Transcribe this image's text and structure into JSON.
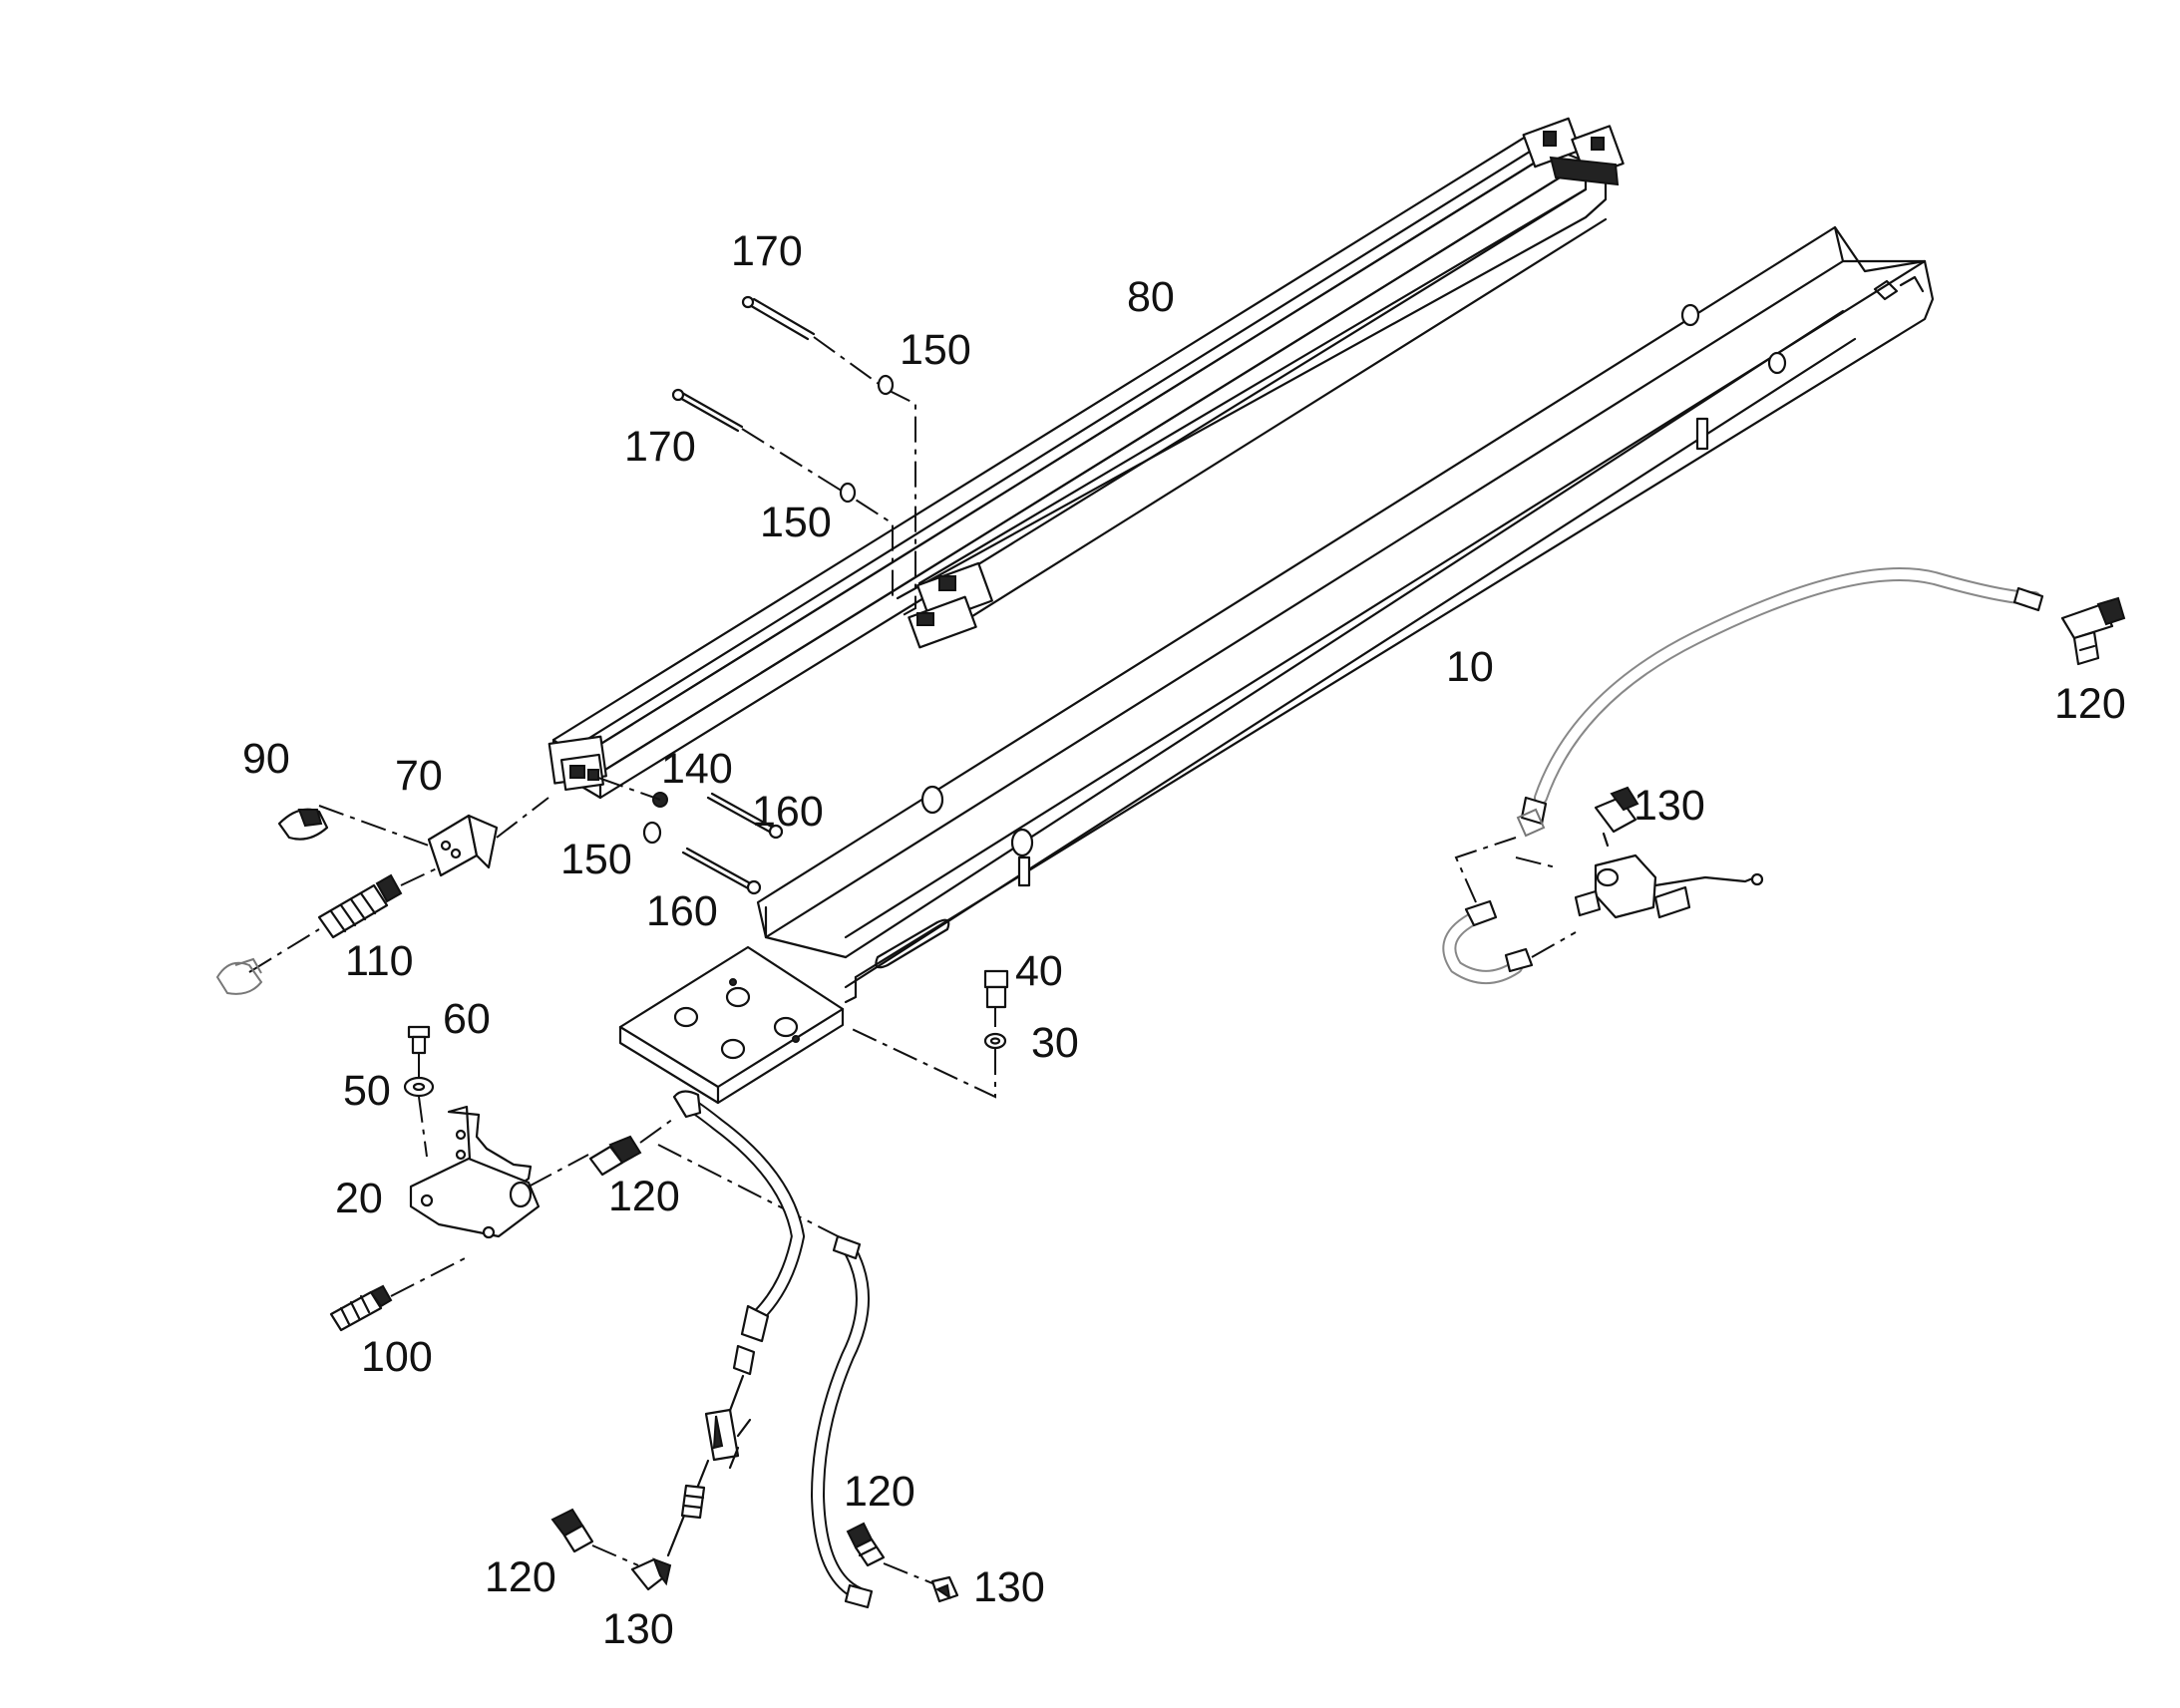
{
  "callouts": {
    "c10": "10",
    "c20": "20",
    "c30": "30",
    "c40": "40",
    "c50": "50",
    "c60": "60",
    "c70": "70",
    "c80": "80",
    "c90": "90",
    "c100": "100",
    "c110": "110",
    "c120_right": "120",
    "c120_mid": "120",
    "c120_bottom_left": "120",
    "c120_bottom_center": "120",
    "c130_right": "130",
    "c130_bottom_left": "130",
    "c130_bottom_center": "130",
    "c140": "140",
    "c150_top": "150",
    "c150_mid": "150",
    "c150_low": "150",
    "c160_upper": "160",
    "c160_lower": "160",
    "c170_top": "170",
    "c170_mid": "170"
  }
}
